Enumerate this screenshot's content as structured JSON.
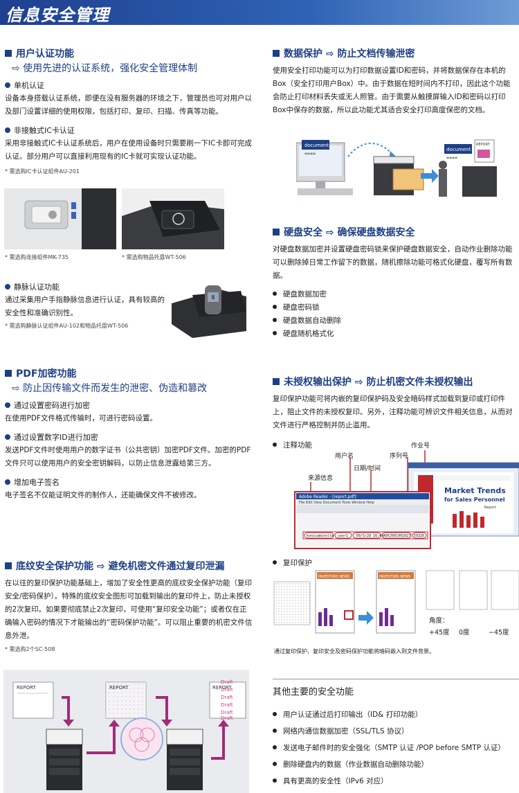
{
  "header": {
    "title": "信息安全管理"
  },
  "left": {
    "auth": {
      "title": "用户认证功能",
      "subtitle": "⇨ 使用先进的认证系统，强化安全管理体制",
      "items": [
        {
          "head": "单机认证",
          "text": "设备本身搭载认证系统，即便在没有服务器的环境之下，管理员也可对用户以及部门设置详细的使用权限，包括打印、复印、扫描、传真等功能。"
        },
        {
          "head": "非接触式IC卡认证",
          "text": "采用非接触式IC卡认证系统后，用户在使用设备时只需要刷一下IC卡即可完成认证。部分用户可以直接利用现有的IC卡就可实现认证功能。"
        }
      ],
      "note_ic": "* 需选购IC卡认证组件AU-201",
      "caption_mk": "* 需选购连接组件MK-735",
      "caption_wt": "* 需选购物品托盘WT-506",
      "vein_head": "静脉认证功能",
      "vein_text": "通过采集用户手指静脉信息进行认证，具有较高的安全性和准确识别性。",
      "vein_note": "* 需选购静脉认证组件AU-102和物品托盘WT-506"
    },
    "pdf": {
      "title": "PDF加密功能",
      "subtitle": "⇨ 防止因传输文件而发生的泄密、伪造和篡改",
      "items": [
        {
          "head": "通过设置密码进行加密",
          "text": "在使用PDF文件格式传输时，可进行密码设置。"
        },
        {
          "head": "通过设置数字ID进行加密",
          "text": "发送PDF文件时使用用户的数字证书（公共密钥）加密PDF文件。加密的PDF文件只可以使用用户的安全密钥解码，以防止信息泄露给第三方。"
        },
        {
          "head": "增加电子签名",
          "text": "电子签名不仅能证明文件的制作人，还能确保文件不被修改。"
        }
      ]
    },
    "copy": {
      "title": "底纹安全保护功能 ⇨ 避免机密文件通过复印泄漏",
      "text": "在以往的复印保护功能基础上，增加了安全性更高的底纹安全保护功能（复印安全/密码保护）。特殊的底纹安全图形可加载到输出的复印件上，防止未授权的2次复印。如果要彻底禁止2次复印，可使用“复印安全功能”；或者仅在正确输入密码的情况下才能输出的“密码保护功能”。可以阻止重要的机密文件信息外泄。",
      "note": "* 需选购2个SC-508",
      "report1": "REPORT",
      "report2": "REPORT",
      "report3": "REPORT",
      "draft": [
        "Draft",
        "Draft",
        "Draft",
        "Draft",
        "Draft",
        "Draft"
      ]
    }
  },
  "right": {
    "data": {
      "title": "数据保护 ⇨ 防止文档传输泄密",
      "text": "使用安全打印功能可以为打印数据设置ID和密码，并将数据保存在本机的Box（安全打印用户Box）中。由于数据在短时间内不打印，因此这个功能会防止打印材料丢失或无人照管。由于需要从触摸屏输入ID和密码以打印Box中保存的数据，所以此功能尤其适合安全打印高度保密的文档。",
      "doc1": "document",
      "doc2": "document",
      "report": "REPORT"
    },
    "disk": {
      "title": "硬盘安全 ⇨ 确保硬盘数据安全",
      "text": "对硬盘数据加密并设置硬盘密码锁来保护硬盘数据安全，自动作业删除功能可以删除掉日常工作留下的数据，随机擦除功能可格式化硬盘，覆写所有数据。",
      "list": [
        "硬盘数据加密",
        "硬盘密码锁",
        "硬盘数据自动删除",
        "硬盘随机格式化"
      ]
    },
    "unauth": {
      "title": "未授权输出保护 ⇨ 防止机密文件未授权输出",
      "text": "复印保护功能可将内嵌的复印保护码及安全暗码样式加载到复印或打印件上，阻止文件的未授权复印。另外，注释功能可辨识文件相关信息，从而对文件进行严格控制并防止滥用。",
      "annot_head": "注释功能",
      "labels": {
        "job": "作业号",
        "user": "用户名",
        "serial": "序列号",
        "datetime": "日期/时间",
        "source": "来源信息"
      },
      "stamp": [
        "konicaminolta",
        "user1",
        "'09/5/28 16:40",
        "A0XJ001901027",
        "59326"
      ],
      "win_title": "Adobe Reader - [report.pdf]",
      "menu": "File  Edit  View  Document  Tools  Window  Help",
      "mt_title": "Market Trends",
      "mt_sub": "for Sales Personnel",
      "mt_report": "Report",
      "copy_head": "复印保护",
      "investors1": "INVESTORS NEWS",
      "investors2": "INVESTORS NEWS",
      "angle_label": "角度：",
      "angles": [
        "+45度",
        "0度",
        "−45度"
      ],
      "caption": "通过复印保护、复印安全及密码保护功能将暗码嵌入到文件背景。"
    },
    "other": {
      "title": "其他主要的安全功能",
      "list": [
        "用户认证通过后打印输出（ID& 打印功能）",
        "网络内通信数据加密（SSL/TLS 协议）",
        "发送电子邮件时的安全强化（SMTP 认证 /POP before SMTP 认证）",
        "删除硬盘内的数据（作业数据自动删除功能）",
        "具有更高的安全性（IPv6 对应）"
      ]
    }
  }
}
